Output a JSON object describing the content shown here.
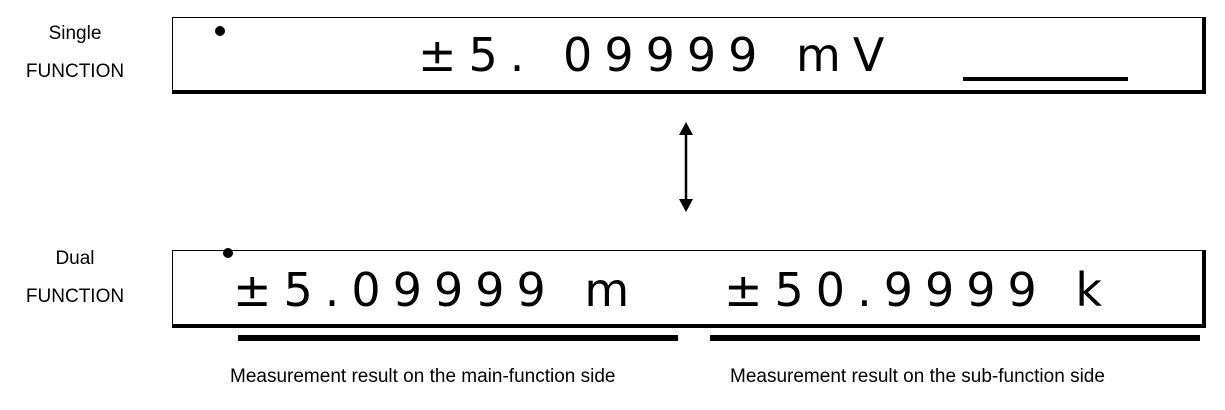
{
  "single": {
    "label_line1": "Single",
    "label_line2": "FUNCTION",
    "reading": "±5. 09999 mV"
  },
  "dual": {
    "label_line1": "Dual",
    "label_line2": "FUNCTION",
    "main_reading": "±5.09999 m",
    "sub_reading": "±50.9999 k"
  },
  "captions": {
    "main": "Measurement result on the main-function side",
    "sub": "Measurement result on the sub-function side"
  },
  "icons": {
    "arrow": "double-headed-vertical-arrow",
    "indicator": "filled-dot"
  }
}
